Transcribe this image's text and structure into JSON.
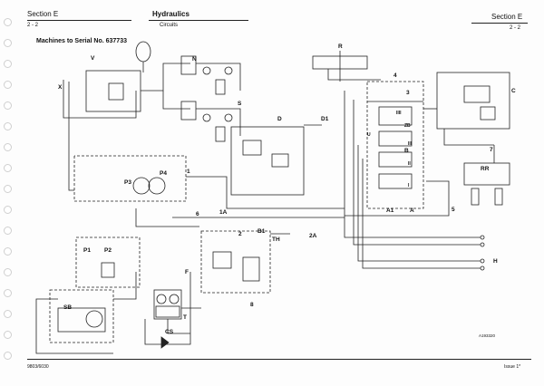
{
  "header": {
    "section_left": "Section E",
    "page_left": "2 - 2",
    "title": "Hydraulics",
    "subtitle": "Circuits",
    "section_right": "Section E",
    "page_right": "2 - 2"
  },
  "diagram": {
    "heading": "Machines to Serial No. 637733",
    "drawing_ref": "A193320",
    "labels": {
      "X": "X",
      "V": "V",
      "N": "N",
      "S": "S",
      "R": "R",
      "four": "4",
      "three": "3",
      "C": "C",
      "D": "D",
      "D1": "D1",
      "one": "1",
      "two": "2",
      "five": "5",
      "six": "6",
      "seven": "7",
      "eight": "8",
      "P3": "P3",
      "P4": "P4",
      "P1": "P1",
      "P2": "P2",
      "SB": "SB",
      "CS": "CS",
      "F": "F",
      "T": "T",
      "B1": "B1",
      "TH": "TH",
      "oneA": "1A",
      "twoA": "2A",
      "A1": "A1",
      "A": "A",
      "B": "B",
      "RR": "RR",
      "H": "H",
      "IIII": "IIII",
      "III": "III",
      "II": "II",
      "I": "I",
      "U": "U",
      "ZB": "ZB"
    }
  },
  "footer": {
    "doc_ref": "9803/6030",
    "issue": "Issue 1*"
  }
}
